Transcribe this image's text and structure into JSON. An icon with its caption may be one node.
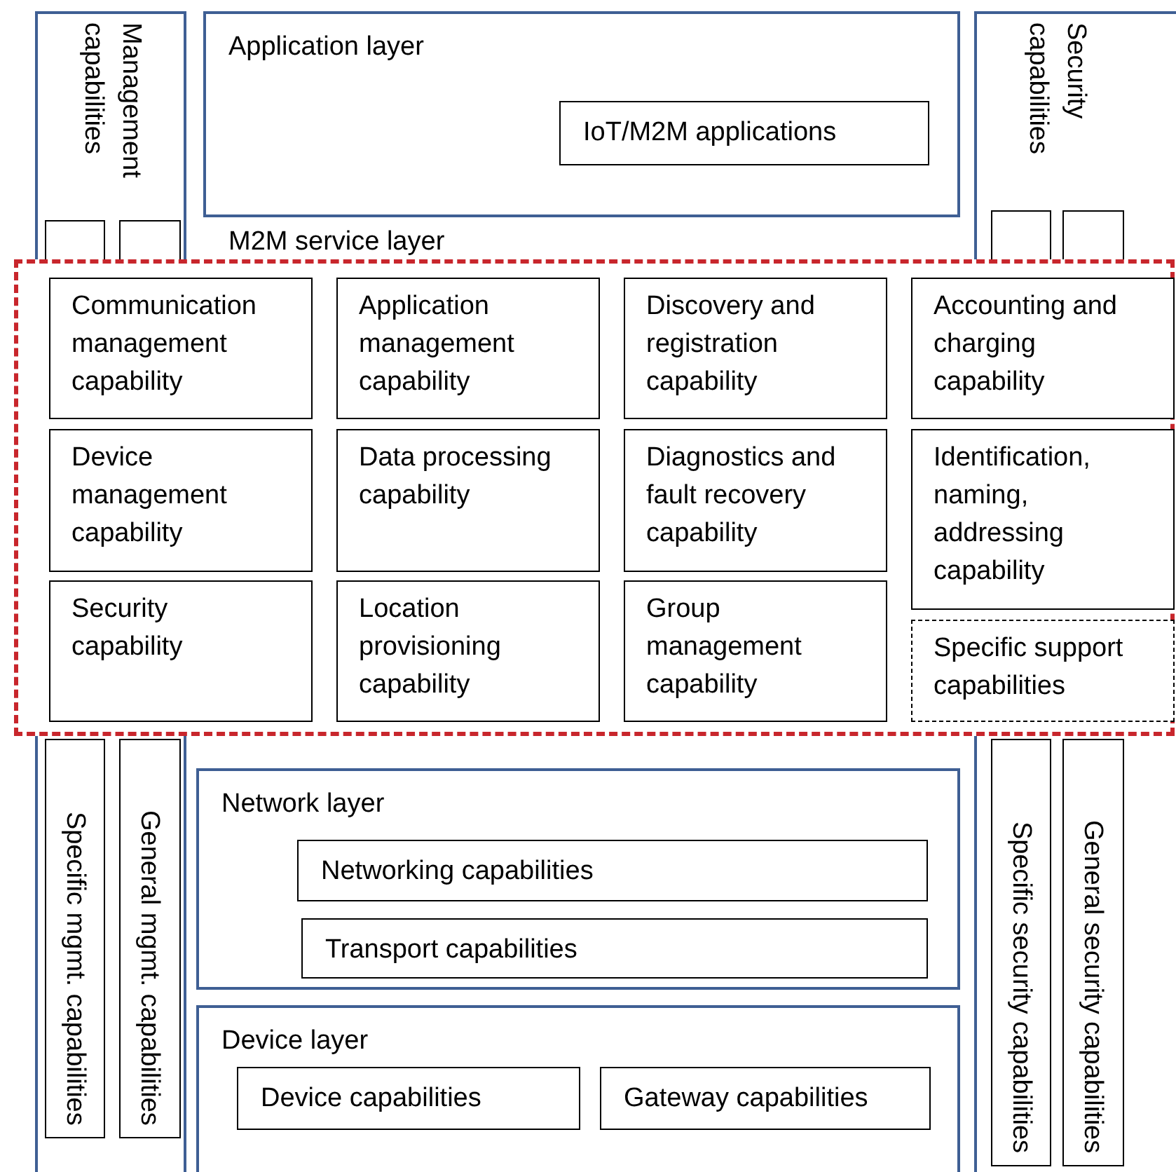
{
  "diagram": {
    "nodes": [
      {
        "text": [
          "Management capabilities"
        ]
      },
      {
        "text": [
          "Specific mgmt. capabilities"
        ],
        "in": 0
      },
      {
        "text": [
          "General mgmt. capabilities"
        ],
        "in": 0
      },
      {
        "text": [
          "Application layer"
        ]
      },
      {
        "text": [
          "IoT/M2M applications"
        ],
        "in": 3
      },
      {
        "text": [
          "Security capabilities"
        ]
      },
      {
        "text": [
          "Specific security capabilities"
        ],
        "in": 5
      },
      {
        "text": [
          "General security capabilities"
        ],
        "in": 5
      },
      {
        "text": [
          "M2M service layer"
        ]
      },
      {
        "text": [
          "Communication management capability"
        ],
        "in": 8
      },
      {
        "text": [
          "Application management capability"
        ],
        "in": 8
      },
      {
        "text": [
          "Discovery and registration capability"
        ],
        "in": 8
      },
      {
        "text": [
          "Accounting and charging capability"
        ],
        "in": 8
      },
      {
        "text": [
          "Device management capability"
        ],
        "in": 8
      },
      {
        "text": [
          "Data processing capability"
        ],
        "in": 8
      },
      {
        "text": [
          "Diagnostics and fault recovery capability"
        ],
        "in": 8
      },
      {
        "text": [
          "Identification, naming, addressing capability"
        ],
        "in": 8
      },
      {
        "text": [
          "Security capability"
        ],
        "in": 8
      },
      {
        "text": [
          "Location provisioning capability"
        ],
        "in": 8
      },
      {
        "text": [
          "Group management capability"
        ],
        "in": 8
      },
      {
        "text": [
          "Specific support capabilities"
        ],
        "in": 8
      },
      {
        "text": [
          "Network layer"
        ]
      },
      {
        "text": [
          "Networking capabilities"
        ],
        "in": 21
      },
      {
        "text": [
          "Transport capabilities"
        ],
        "in": 21
      },
      {
        "text": [
          "Device layer"
        ]
      },
      {
        "text": [
          "Device capabilities"
        ],
        "in": 24
      },
      {
        "text": [
          "Gateway capabilities"
        ],
        "in": 24
      }
    ]
  }
}
